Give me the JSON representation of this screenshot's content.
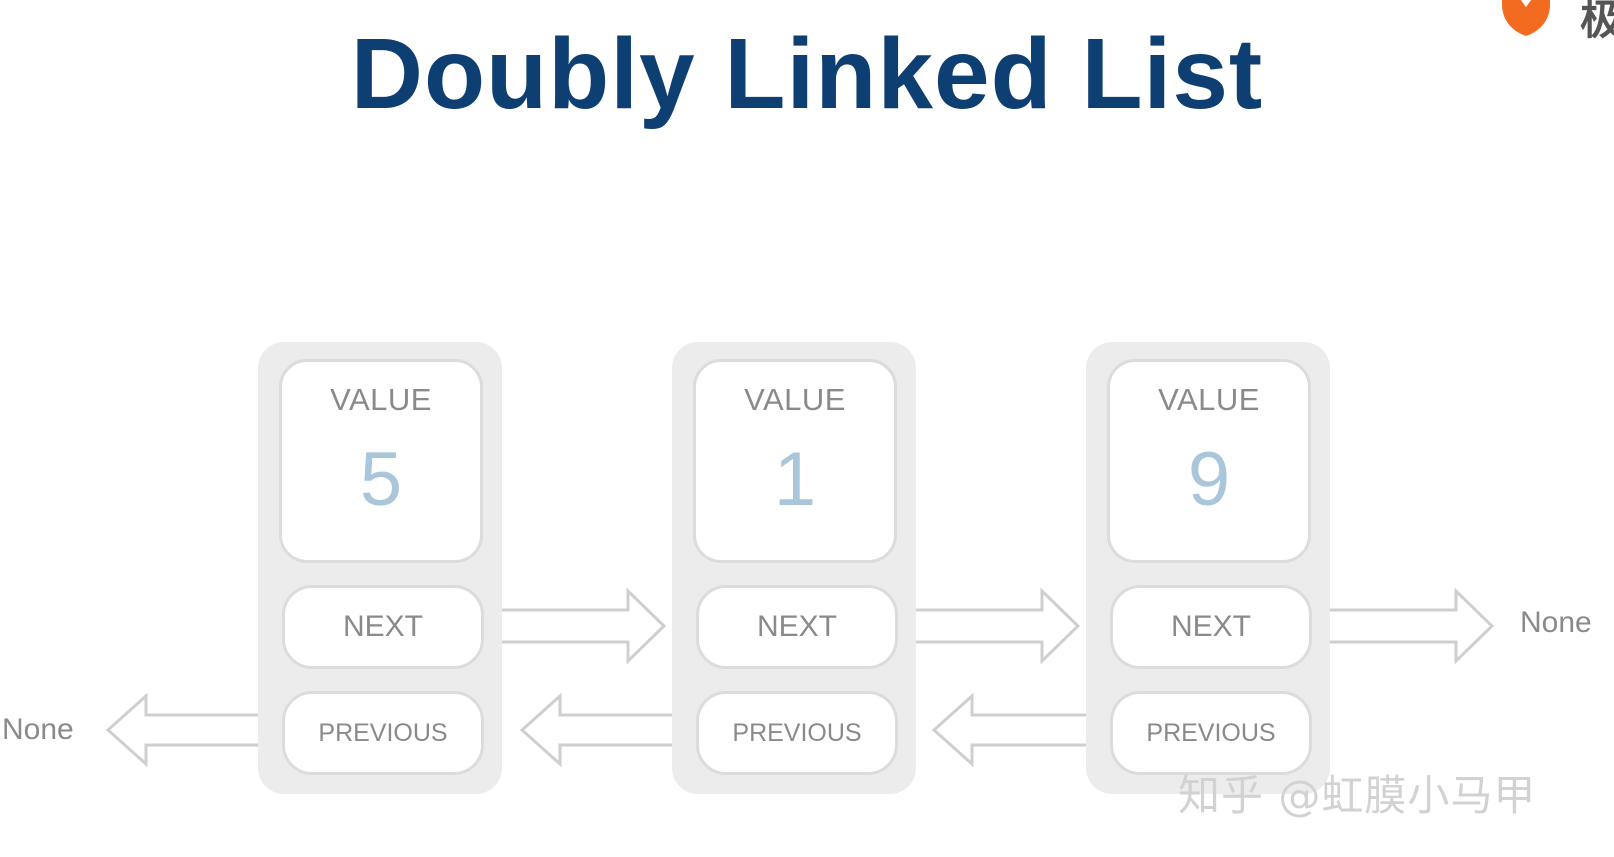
{
  "title": "Doubly Linked List",
  "nodes": [
    {
      "value_label": "VALUE",
      "value": "5",
      "next_label": "NEXT",
      "previous_label": "PREVIOUS"
    },
    {
      "value_label": "VALUE",
      "value": "1",
      "next_label": "NEXT",
      "previous_label": "PREVIOUS"
    },
    {
      "value_label": "VALUE",
      "value": "9",
      "next_label": "NEXT",
      "previous_label": "PREVIOUS"
    }
  ],
  "tail_next_label": "None",
  "head_previous_label": "None",
  "watermark": "知乎 @虹膜小马甲",
  "logo_char": "极",
  "colors": {
    "title": "#0e3f72",
    "value_number": "#a9c6da",
    "node_background": "#ececec",
    "label_text": "#8a8a8a",
    "arrow_stroke": "#cfcfcf",
    "logo_accent": "#f26b21"
  }
}
